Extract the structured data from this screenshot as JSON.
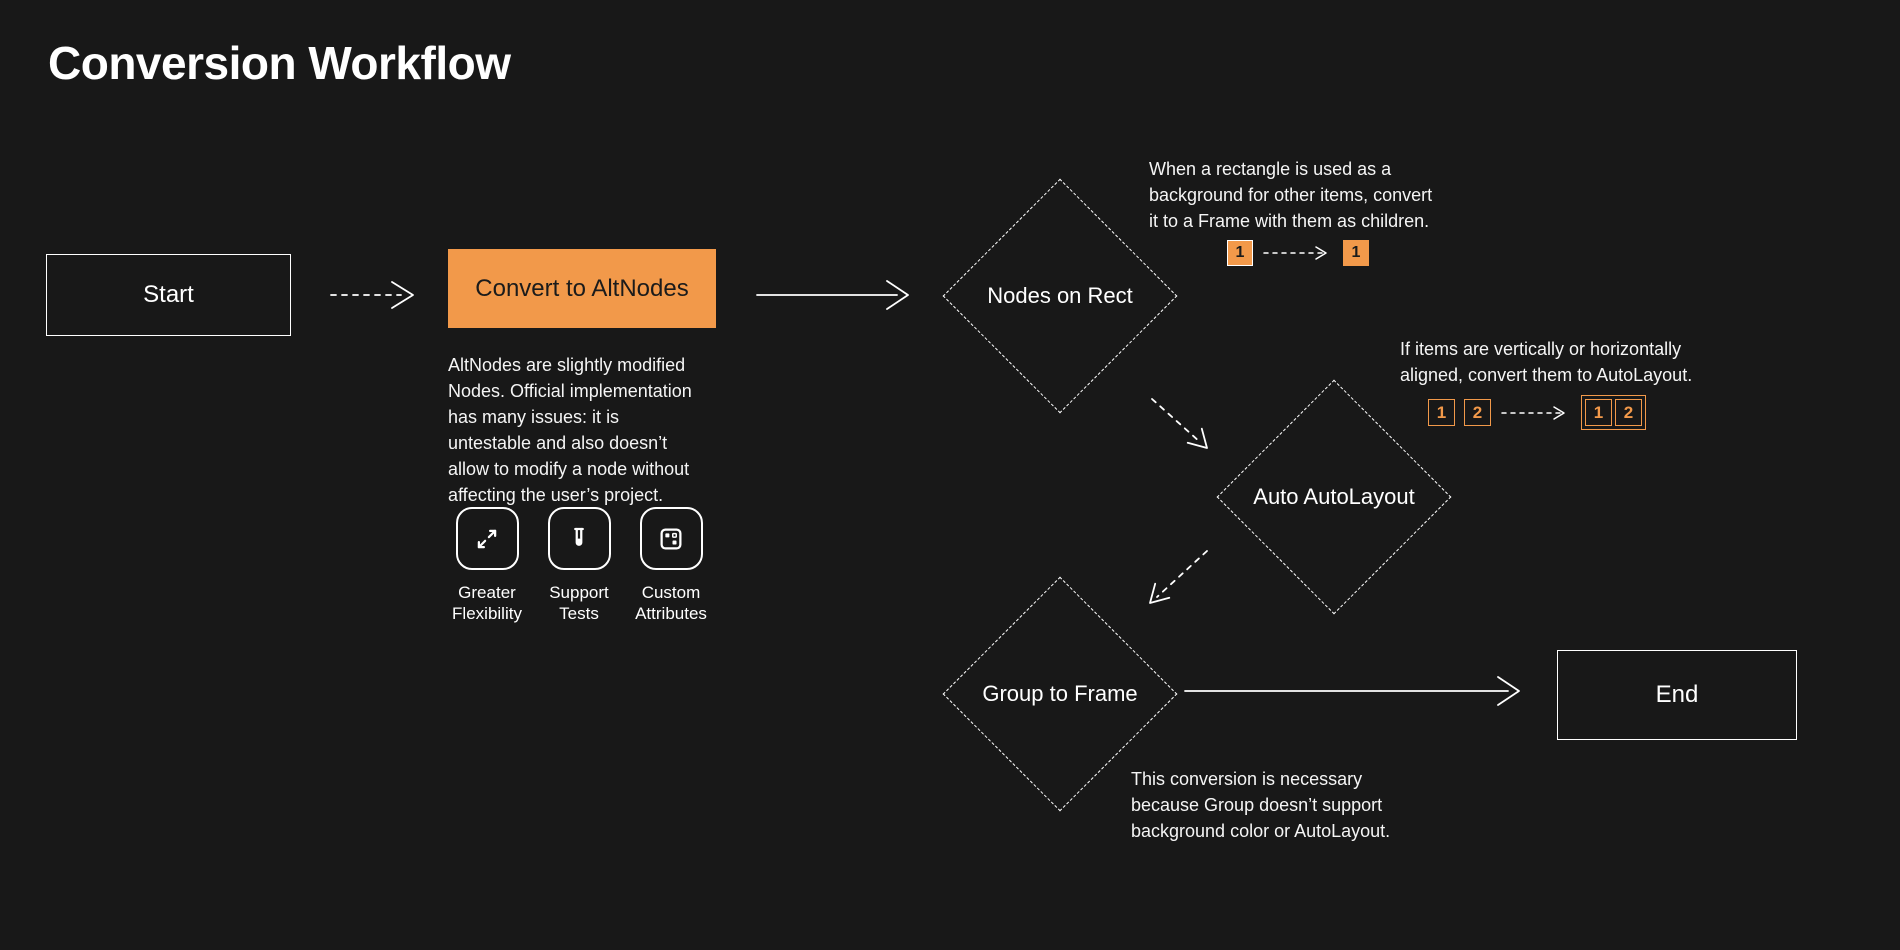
{
  "page": {
    "title": "Conversion Workflow"
  },
  "colors": {
    "background": "#181818",
    "accent_orange": "#F2994A",
    "foreground": "#FFFFFF",
    "dark_text_on_orange": "#1b1b1b"
  },
  "flow": {
    "start": {
      "label": "Start"
    },
    "convert_to_altnodes": {
      "label": "Convert to AltNodes",
      "description": "AltNodes are slightly modified\nNodes. Official implementation\nhas many issues: it is\nuntestable and also doesn’t\nallow to modify a node without\naffecting the user’s project.",
      "features": [
        {
          "icon": "expand-arrows-icon",
          "label": "Greater\nFlexibility"
        },
        {
          "icon": "test-tube-icon",
          "label": "Support\nTests"
        },
        {
          "icon": "attributes-pattern-icon",
          "label": "Custom\nAttributes"
        }
      ]
    },
    "nodes_on_rect": {
      "label": "Nodes on Rect",
      "note": "When a rectangle is used as a\nbackground for other items, convert\nit to a Frame with them as children.",
      "example": {
        "before_item": "1",
        "after_item": "1"
      }
    },
    "auto_autolayout": {
      "label": "Auto AutoLayout",
      "note": "If items are vertically or horizontally\naligned, convert them to AutoLayout.",
      "example": {
        "items": [
          "1",
          "2"
        ]
      }
    },
    "group_to_frame": {
      "label": "Group to Frame",
      "note": "This conversion is necessary\nbecause Group doesn’t support\nbackground color or AutoLayout."
    },
    "end": {
      "label": "End"
    }
  }
}
